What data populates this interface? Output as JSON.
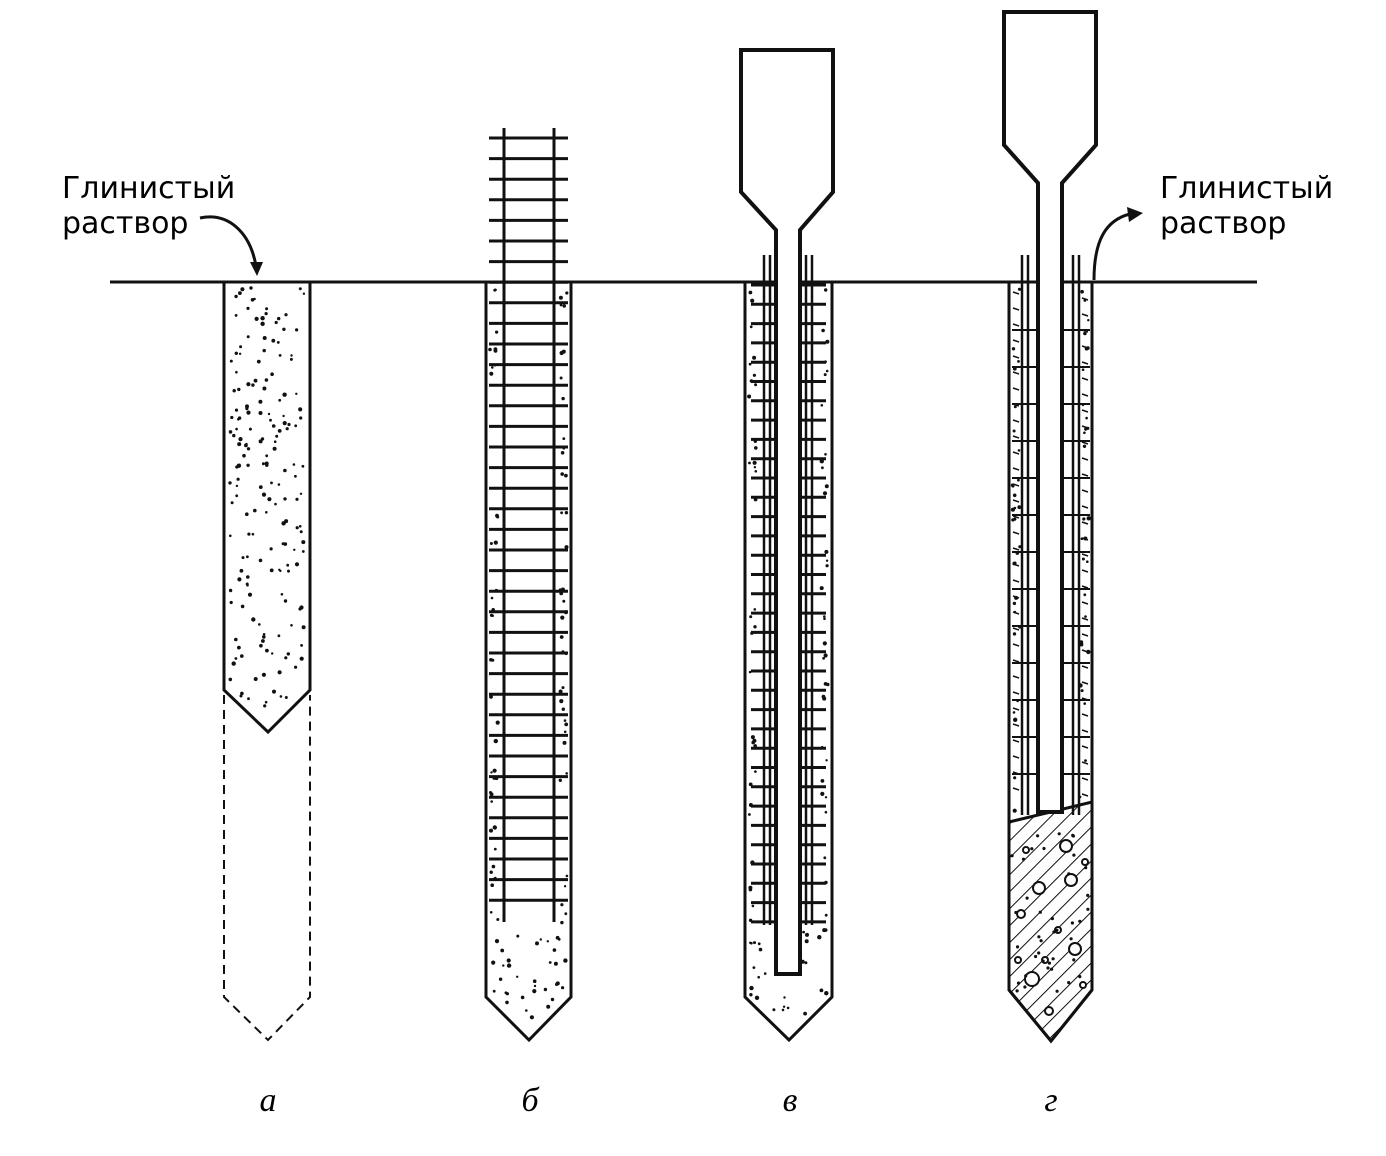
{
  "labels": {
    "left_callout": {
      "line1": "Глинистый",
      "line2": "раствор"
    },
    "right_callout": {
      "line1": "Глинистый",
      "line2": "раствор"
    }
  },
  "captions": {
    "a": "а",
    "b": "б",
    "v": "в",
    "g": "г"
  },
  "colors": {
    "ink": "#111111",
    "background": "#ffffff"
  }
}
